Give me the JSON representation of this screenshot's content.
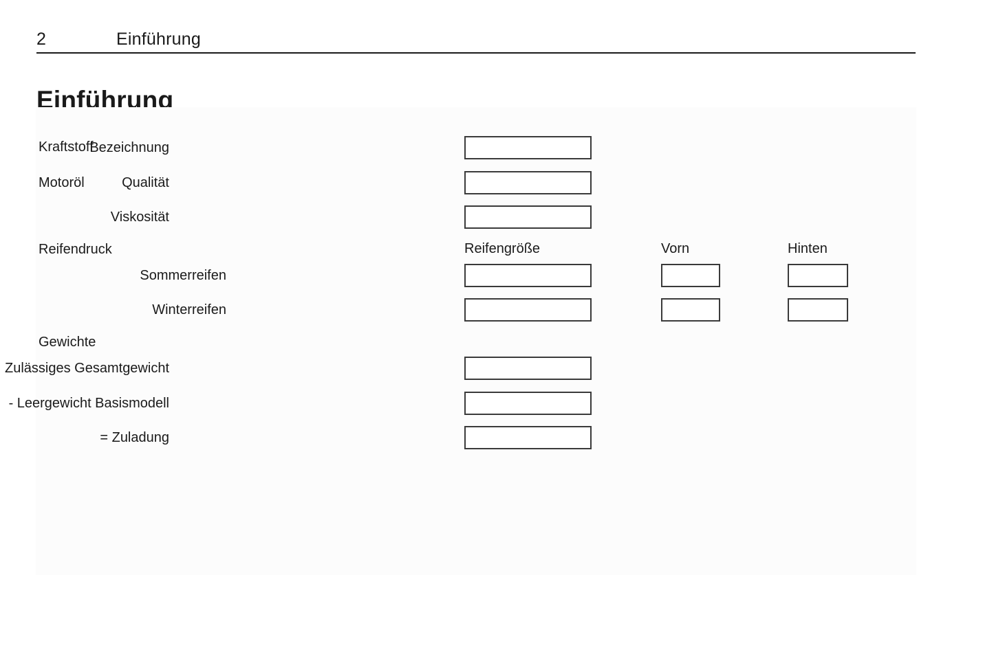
{
  "header": {
    "page_number": "2",
    "title": "Einführung"
  },
  "chapter_title": "Einführung",
  "colors": {
    "text": "#1a1a1a",
    "box_border": "#3a3a3a",
    "panel_bg": "#fcfcfc",
    "page_bg": "#ffffff"
  },
  "sections": [
    {
      "label": "Kraftstoff"
    },
    {
      "label": "Motoröl"
    },
    {
      "label": "Reifendruck"
    },
    {
      "label": "Gewichte"
    }
  ],
  "tire_columns": {
    "size": "Reifengröße",
    "front": "Vorn",
    "rear": "Hinten"
  },
  "fields": {
    "bezeichnung": {
      "label": "Bezeichnung",
      "value": "",
      "placeholder": ""
    },
    "qualitaet": {
      "label": "Qualität",
      "value": "",
      "placeholder": ""
    },
    "viskositaet": {
      "label": "Viskosität",
      "value": "",
      "placeholder": ""
    },
    "sommerreifen": {
      "label": "Sommerreifen",
      "size_value": "",
      "front_value": "",
      "rear_value": ""
    },
    "winterreifen": {
      "label": "Winterreifen",
      "size_value": "",
      "front_value": "",
      "rear_value": ""
    },
    "gesamtgewicht": {
      "label": "Zulässiges Gesamtgewicht",
      "value": ""
    },
    "leergewicht": {
      "label": "- Leergewicht Basismodell",
      "value": ""
    },
    "zuladung": {
      "label": "= Zuladung",
      "value": ""
    }
  }
}
